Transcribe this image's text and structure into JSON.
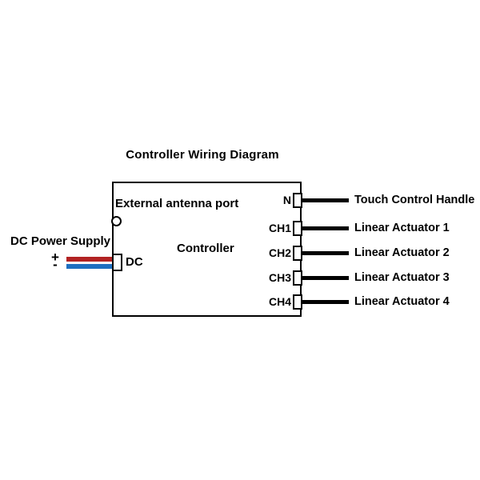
{
  "diagram": {
    "title": "Controller Wiring Diagram",
    "controller": {
      "label": "Controller",
      "antenna_label": "External antenna port"
    },
    "power_supply": {
      "label": "DC Power Supply",
      "positive_symbol": "+",
      "negative_symbol": "-",
      "port_label": "DC",
      "positive_wire_color": "#b22222",
      "negative_wire_color": "#1e6fc0"
    },
    "wire_color": "#000000",
    "channels": [
      {
        "port": "N",
        "device": "Touch Control Handle"
      },
      {
        "port": "CH1",
        "device": "Linear Actuator 1"
      },
      {
        "port": "CH2",
        "device": "Linear Actuator 2"
      },
      {
        "port": "CH3",
        "device": "Linear Actuator 3"
      },
      {
        "port": "CH4",
        "device": "Linear Actuator 4"
      }
    ]
  }
}
